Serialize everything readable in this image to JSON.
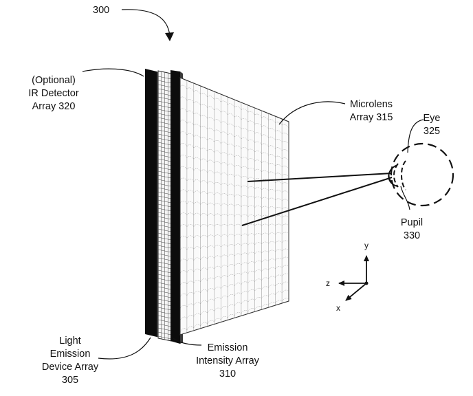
{
  "figure": {
    "number": "300"
  },
  "labels": {
    "ir_detector": [
      "(Optional)",
      "IR Detector",
      "Array 320"
    ],
    "microlens": [
      "Microlens",
      "Array 315"
    ],
    "eye": [
      "Eye",
      "325"
    ],
    "pupil": [
      "Pupil",
      "330"
    ],
    "light_emission": [
      "Light",
      "Emission",
      "Device Array",
      "305"
    ],
    "emission_intensity": [
      "Emission",
      "Intensity Array",
      "310"
    ]
  },
  "axes": {
    "y": "y",
    "z": "z",
    "x": "x"
  }
}
